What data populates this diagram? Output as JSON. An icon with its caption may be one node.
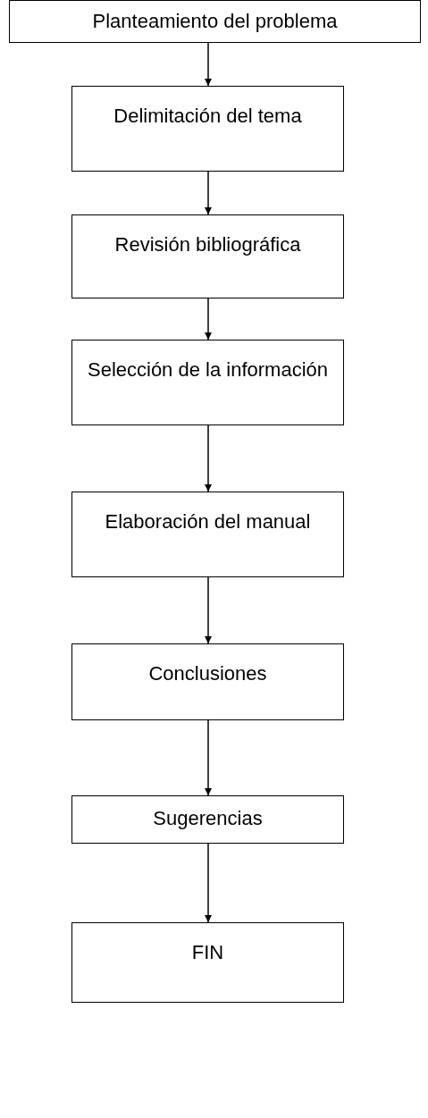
{
  "diagram": {
    "nodes": [
      {
        "text": [
          "Planteamiento del problema"
        ]
      },
      {
        "text": [
          "Delimitación del tema"
        ]
      },
      {
        "text": [
          "Revisión bibliográfica"
        ]
      },
      {
        "text": [
          "Selección de la información"
        ]
      },
      {
        "text": [
          "Elaboración del manual"
        ]
      },
      {
        "text": [
          "Conclusiones"
        ]
      },
      {
        "text": [
          "Sugerencias"
        ]
      },
      {
        "text": [
          "FIN"
        ]
      }
    ],
    "edges": [
      {
        "from": 0,
        "to": 1,
        "arrow": "to"
      },
      {
        "from": 1,
        "to": 2,
        "arrow": "to"
      },
      {
        "from": 2,
        "to": 3,
        "arrow": "to"
      },
      {
        "from": 3,
        "to": 4,
        "arrow": "to"
      },
      {
        "from": 4,
        "to": 5,
        "arrow": "to"
      },
      {
        "from": 5,
        "to": 6,
        "arrow": "to"
      },
      {
        "from": 6,
        "to": 7,
        "arrow": "to"
      }
    ]
  }
}
